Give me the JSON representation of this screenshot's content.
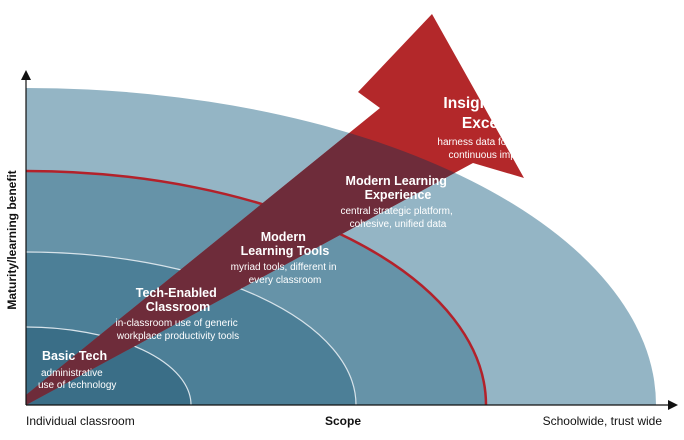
{
  "colors": {
    "outer_band": "#94b5c5",
    "band_2": "#6693a8",
    "band_3": "#4c7f97",
    "band_inner": "#3a6e87",
    "red_boundary": "#b3212a",
    "arrow": "#b3282a",
    "arrow_overlay": "#6e2c3a",
    "inner_arc": "#d7e3ea",
    "axis": "#111111"
  },
  "stages": [
    {
      "title_lines": [
        "Basic Tech"
      ],
      "desc_lines": [
        "administrative",
        "use of technology"
      ]
    },
    {
      "title_lines": [
        "Tech-Enabled",
        "Classroom"
      ],
      "desc_lines": [
        "in-classroom use of generic",
        "workplace productivity tools"
      ]
    },
    {
      "title_lines": [
        "Modern",
        "Learning Tools"
      ],
      "desc_lines": [
        "myriad tools, different  in",
        "every classroom"
      ]
    },
    {
      "title_lines": [
        "Modern Learning",
        "Experience"
      ],
      "desc_lines": [
        "central strategic platform,",
        "cohesive, unified data"
      ]
    },
    {
      "title_lines": [
        "Insights-Driven",
        "Excellence"
      ],
      "desc_lines": [
        "harness data for insights and",
        "continuous improvement"
      ]
    }
  ],
  "axes": {
    "y_label": "Maturity/learning benefit",
    "x_left": "Individual classroom",
    "x_center": "Scope",
    "x_right": "Schoolwide, trust wide"
  }
}
